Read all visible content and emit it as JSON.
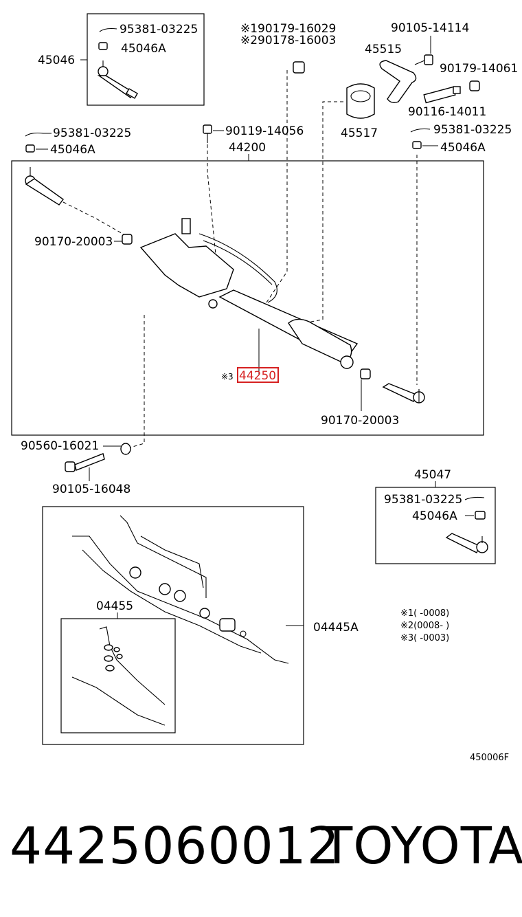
{
  "labels": {
    "top_left_tie_rod_end": "45046",
    "top_left_pin": "95381-03225",
    "top_left_nut": "45046A",
    "note1_bolt": "※190179-16029",
    "note2_bolt": "※290178-16003",
    "bolt_90105_14114": "90105-14114",
    "bracket_45515": "45515",
    "nut_90179_14061": "90179-14061",
    "bushing_45517": "45517",
    "stud_90116_14011": "90116-14011",
    "left_pin": "95381-03225",
    "left_nut": "45046A",
    "bolt_90119_14056": "90119-14056",
    "assembly_44200": "44200",
    "right_pin": "95381-03225",
    "right_nut": "45046A",
    "left_bushing": "90170-20003",
    "highlight_prefix": "※3",
    "highlight_part": "44250",
    "right_bushing": "90170-20003",
    "washer": "90560-16021",
    "bolt_90105_16048": "90105-16048",
    "right_tie_rod_end": "45047",
    "right_inset_pin": "95381-03225",
    "right_inset_nut": "45046A",
    "gasket_kit_04455": "04455",
    "gasket_kit_04445A": "04445A",
    "note_line1": "※1(      -0008)",
    "note_line2": "※2(0008-        )",
    "note_line3": "※3(      -0003)",
    "diagram_ref": "450006F"
  },
  "footer": {
    "part_number": "4425060012",
    "brand": "TOYOTA"
  },
  "colors": {
    "highlight": "#d62020",
    "ink": "#000000",
    "background": "#ffffff"
  }
}
